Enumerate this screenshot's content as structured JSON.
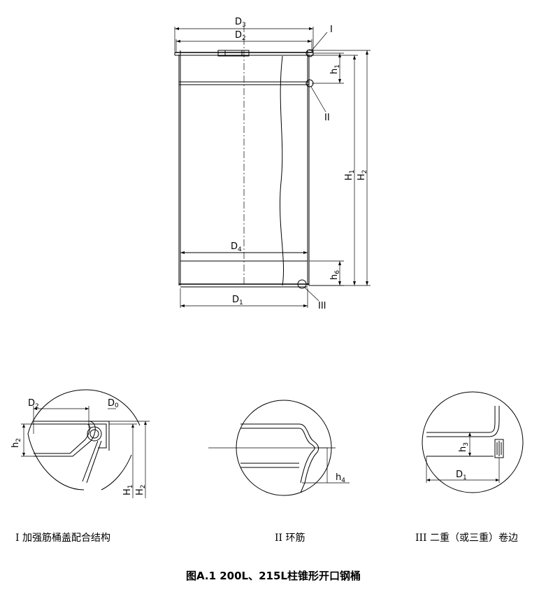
{
  "labels": {
    "D": "D",
    "H": "H",
    "h": "h",
    "sub0": "0",
    "sub1": "1",
    "sub2": "2",
    "sub3": "3",
    "sub4": "4",
    "sub6": "6",
    "roman1": "I",
    "roman2": "II",
    "roman3": "III"
  },
  "captions": {
    "detail1": "I  加强筋桶盖配合结构",
    "detail2": "II  环筋",
    "detail3": "III  二重（或三重）卷边"
  },
  "figure_title": "图A.1 200L、215L柱锥形开口钢桶"
}
